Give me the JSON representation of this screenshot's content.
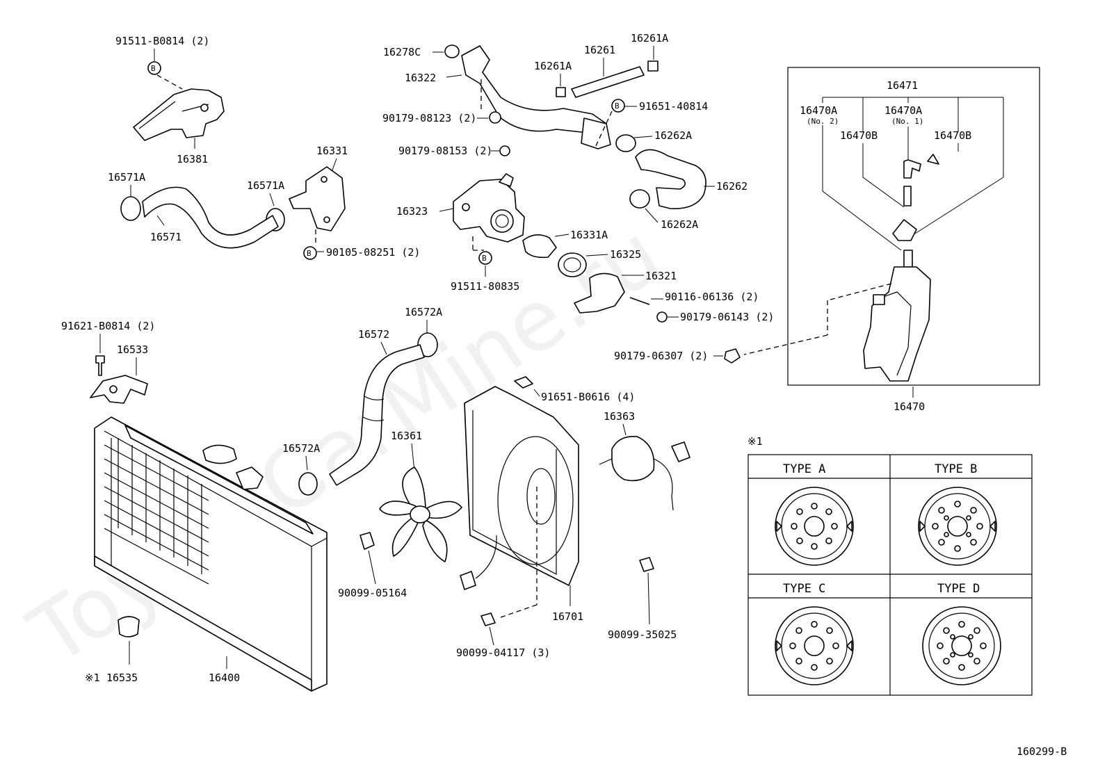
{
  "diagram_code": "160299-B",
  "watermark": "ToyotaCarMine.ru",
  "note_symbol": "※1",
  "bolt_marker": "B",
  "labels": {
    "p91511_B0814": "91511-B0814 (2)",
    "p16381": "16381",
    "p16331": "16331",
    "p16571A_left": "16571A",
    "p16571A_right": "16571A",
    "p16571": "16571",
    "p90105_08251": "90105-08251 (2)",
    "p16278C": "16278C",
    "p16322": "16322",
    "p16261A_top": "16261A",
    "p16261": "16261",
    "p16261A_left": "16261A",
    "p90179_08123": "90179-08123 (2)",
    "p91651_40814": "91651-40814",
    "p90179_08153": "90179-08153 (2)",
    "p16262A_top": "16262A",
    "p16262": "16262",
    "p16262A_bottom": "16262A",
    "p16323": "16323",
    "p16331A": "16331A",
    "p16325": "16325",
    "p16321": "16321",
    "p91511_80835": "91511-80835",
    "p90116_06136": "90116-06136 (2)",
    "p90179_06143": "90179-06143 (2)",
    "p90179_06307": "90179-06307 (2)",
    "p16471": "16471",
    "p16470A_no2": "16470A",
    "p16470A_no2_sub": "(No. 2)",
    "p16470A_no1": "16470A",
    "p16470A_no1_sub": "(No. 1)",
    "p16470B_left": "16470B",
    "p16470B_right": "16470B",
    "p16470": "16470",
    "p91621_B0814": "91621-B0814 (2)",
    "p16533": "16533",
    "p16572": "16572",
    "p16572A_top": "16572A",
    "p16572A_bottom": "16572A",
    "p16361": "16361",
    "p91651_B0616": "91651-B0616 (4)",
    "p16363": "16363",
    "p90099_05164": "90099-05164",
    "p16701": "16701",
    "p90099_35025": "90099-35025",
    "p90099_04117": "90099-04117 (3)",
    "p16400": "16400",
    "p16535": "16535"
  },
  "cap_types": {
    "header": "※1",
    "type_a": "TYPE  A",
    "type_b": "TYPE  B",
    "type_c": "TYPE  C",
    "type_d": "TYPE  D"
  }
}
